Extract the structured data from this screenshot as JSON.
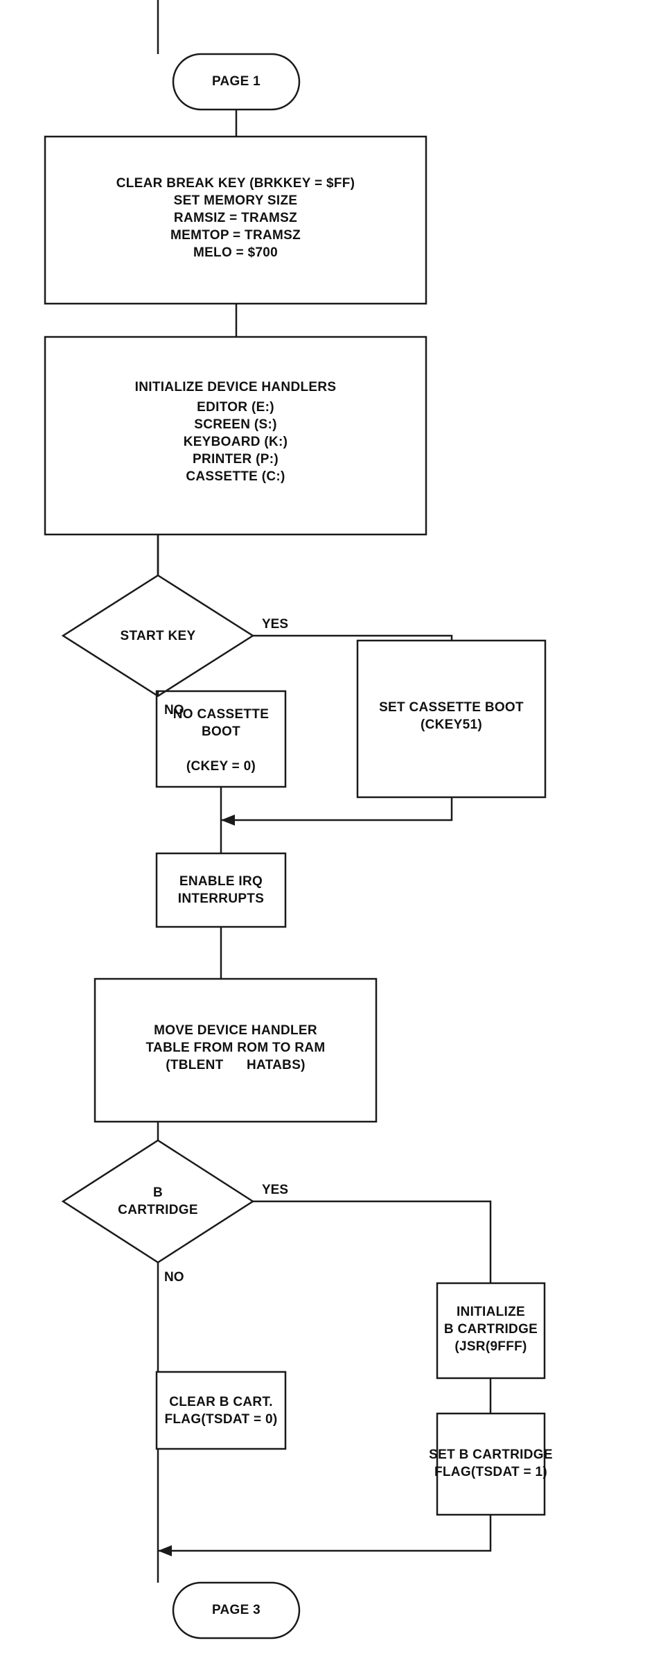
{
  "terminals": {
    "start": "PAGE 1",
    "end": "PAGE 3"
  },
  "steps": {
    "clear_break": [
      "CLEAR BREAK KEY (BRKKEY = $FF)",
      "SET MEMORY SIZE",
      "RAMSIZ = TRAMSZ",
      "MEMTOP = TRAMSZ",
      "MELO = $700"
    ],
    "init_handlers": [
      "INITIALIZE DEVICE HANDLERS",
      "EDITOR (E:)",
      "SCREEN (S:)",
      "KEYBOARD (K:)",
      "PRINTER (P:)",
      "CASSETTE (C:)"
    ],
    "set_cassette_boot": [
      "SET CASSETTE BOOT",
      "(CKEY51)"
    ],
    "no_cassette_boot": [
      "NO CASSETTE",
      "BOOT",
      "",
      "(CKEY = 0)"
    ],
    "enable_irq": [
      "ENABLE IRQ",
      "INTERRUPTS"
    ],
    "move_table": [
      "MOVE DEVICE HANDLER",
      "TABLE FROM ROM TO RAM",
      "(TBLENT      HATABS)"
    ],
    "init_b_cart": [
      "INITIALIZE",
      "B CARTRIDGE",
      "(JSR(9FFF)"
    ],
    "clear_b_cart": [
      "CLEAR B CART.",
      "FLAG(TSDAT = 0)"
    ],
    "set_b_cart": [
      "SET B CARTRIDGE",
      "FLAG(TSDAT = 1)"
    ]
  },
  "decisions": {
    "start_key": [
      "START KEY"
    ],
    "b_cartridge": [
      "B",
      "CARTRIDGE"
    ]
  },
  "branch_labels": {
    "start_key_yes": "YES",
    "start_key_no": "NO",
    "b_cart_yes": "YES",
    "b_cart_no": "NO"
  },
  "colors": {
    "ink": "#1a1a1a",
    "background": "#ffffff"
  }
}
